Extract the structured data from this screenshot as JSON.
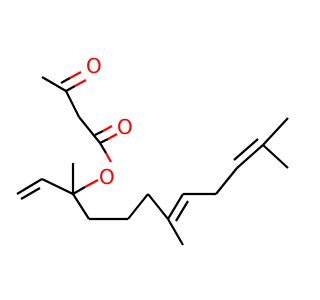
{
  "molecule": {
    "atom_labels": {
      "ketone_oxygen": "O",
      "carbonyl_oxygen": "O",
      "ester_oxygen": "O"
    },
    "colors": {
      "bond": "#000000",
      "oxygen": "#ff0000",
      "background": "#ffffff"
    }
  }
}
